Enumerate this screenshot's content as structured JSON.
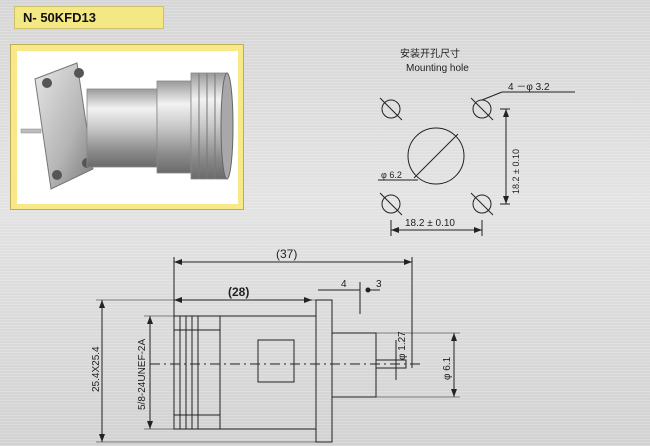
{
  "title": "N- 50KFD13",
  "mounting": {
    "label_cn": "安装开孔尺寸",
    "label_en": "Mounting hole",
    "hole_spec": "4 －φ 3.2",
    "center_dia": "φ 6.2",
    "spacing_v": "18.2 ± 0.10",
    "spacing_h": "18.2 ± 0.10"
  },
  "drawing": {
    "overall_length": "(37)",
    "body_length": "(28)",
    "dim_4": "4",
    "dim_3": "3",
    "flange_size": "25.4X25.4",
    "thread": "5/8-24UNEF-2A",
    "pin_dia": "φ 1.27",
    "insulator_dia": "φ 6.1"
  },
  "colors": {
    "title_bg": "#f4e884",
    "frame_bg": "#f7e98a",
    "line": "#222222"
  }
}
